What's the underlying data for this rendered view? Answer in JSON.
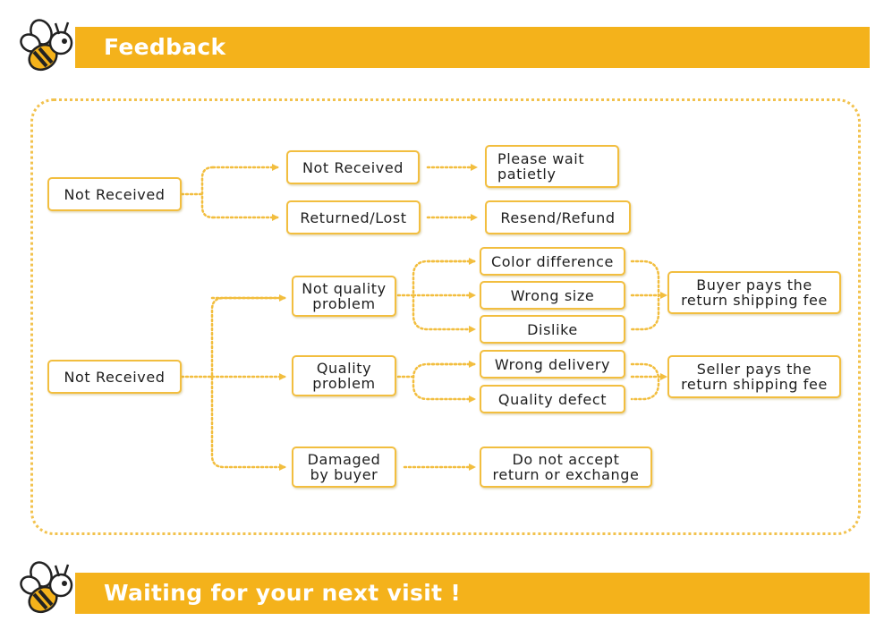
{
  "header": {
    "title": "Feedback"
  },
  "footer": {
    "title": "Waiting for your next visit !"
  },
  "colors": {
    "banner": "#f4b21b",
    "border": "#f2be3f",
    "dots": "#f2c24e",
    "text": "#1e1e1e"
  },
  "section1": {
    "root": "Not Received",
    "branch_a": "Not Received",
    "branch_a_result": "Please wait\npatietly",
    "branch_b": "Returned/Lost",
    "branch_b_result": "Resend/Refund"
  },
  "section2": {
    "root": "Not Received",
    "not_quality": "Not quality\nproblem",
    "quality": "Quality\nproblem",
    "damaged": "Damaged\nby buyer",
    "color_difference": "Color difference",
    "wrong_size": "Wrong size",
    "dislike": "Dislike",
    "wrong_delivery": "Wrong delivery",
    "quality_defect": "Quality defect",
    "buyer_pays": "Buyer pays the\nreturn shipping fee",
    "seller_pays": "Seller pays the\nreturn shipping fee",
    "no_accept": "Do not accept\nreturn or exchange"
  }
}
